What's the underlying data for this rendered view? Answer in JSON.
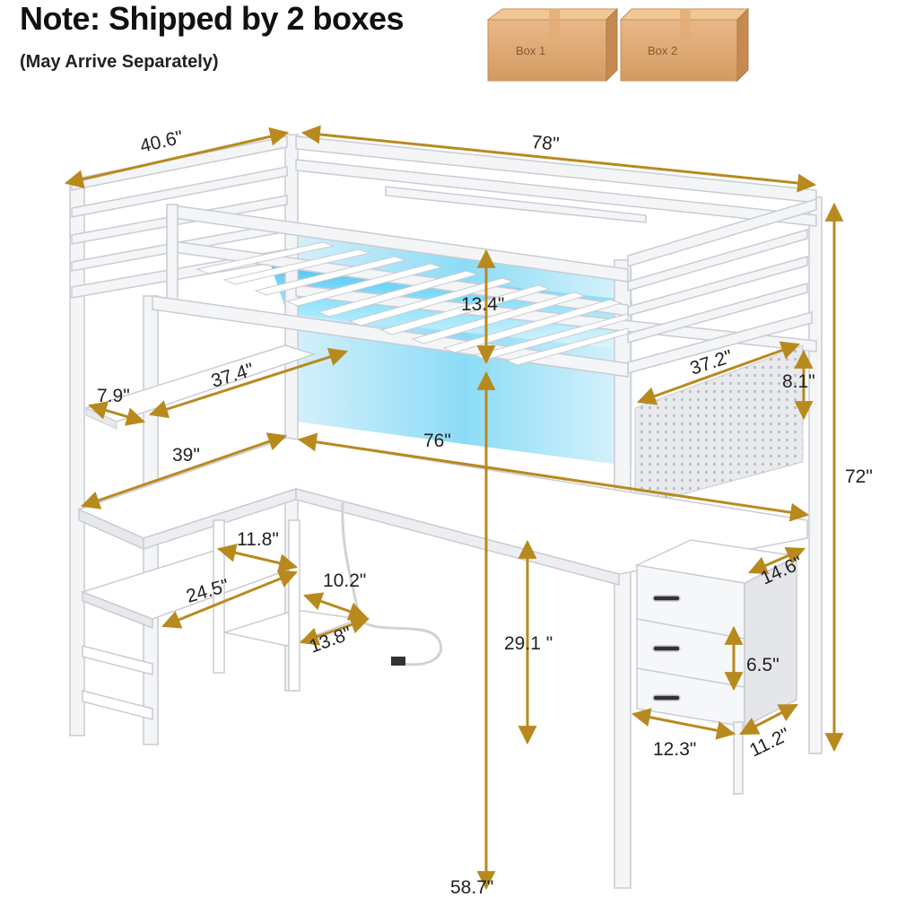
{
  "header": {
    "title": "Note: Shipped by 2 boxes",
    "subtitle": "(May Arrive Separately)"
  },
  "boxes": [
    {
      "label": "Box 1"
    },
    {
      "label": "Box 2"
    }
  ],
  "dimensions": {
    "width_depth": "40.6\"",
    "length": "78\"",
    "height": "72\"",
    "guardrail_height": "13.4\"",
    "upper_shelf_length": "37.4\"",
    "upper_shelf_depth": "7.9\"",
    "pegboard_width": "37.2\"",
    "pegboard_height": "8.1\"",
    "desk_return_length": "39\"",
    "desk_length": "76\"",
    "lower_shelf_width": "11.8\"",
    "lower_shelf_length": "24.5\"",
    "small_shelf_width": "10.2\"",
    "small_shelf_depth": "13.8\"",
    "desk_height": "29.1 \"",
    "underbed_clearance": "58.7\"",
    "cabinet_depth": "14.6\"",
    "drawer_height": "6.5\"",
    "cabinet_width": "12.3\"",
    "cabinet_side": "11.2\""
  },
  "colors": {
    "frame": "#f4f5f7",
    "frame_edge": "#c9ccd2",
    "dimension_line": "#b88a1e",
    "led_glow": "#5fd4f5"
  }
}
